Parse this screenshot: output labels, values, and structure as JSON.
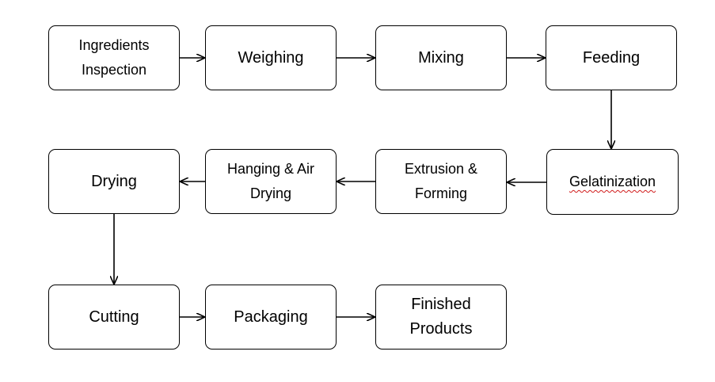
{
  "diagram": {
    "nodes": [
      {
        "id": "ingredients-inspection",
        "label": "Ingredients\nInspection"
      },
      {
        "id": "weighing",
        "label": "Weighing"
      },
      {
        "id": "mixing",
        "label": "Mixing"
      },
      {
        "id": "feeding",
        "label": "Feeding"
      },
      {
        "id": "gelatinization",
        "label": "Gelatinization"
      },
      {
        "id": "extrusion-forming",
        "label": "Extrusion &\nForming"
      },
      {
        "id": "hanging-air-drying",
        "label": "Hanging & Air\nDrying"
      },
      {
        "id": "drying",
        "label": "Drying"
      },
      {
        "id": "cutting",
        "label": "Cutting"
      },
      {
        "id": "packaging",
        "label": "Packaging"
      },
      {
        "id": "finished-products",
        "label": "Finished\nProducts"
      }
    ],
    "edges": [
      {
        "from": "ingredients-inspection",
        "to": "weighing"
      },
      {
        "from": "weighing",
        "to": "mixing"
      },
      {
        "from": "mixing",
        "to": "feeding"
      },
      {
        "from": "feeding",
        "to": "gelatinization"
      },
      {
        "from": "gelatinization",
        "to": "extrusion-forming"
      },
      {
        "from": "extrusion-forming",
        "to": "hanging-air-drying"
      },
      {
        "from": "hanging-air-drying",
        "to": "drying"
      },
      {
        "from": "drying",
        "to": "cutting"
      },
      {
        "from": "cutting",
        "to": "packaging"
      },
      {
        "from": "packaging",
        "to": "finished-products"
      }
    ],
    "spellcheck_flagged": [
      "gelatinization"
    ]
  }
}
